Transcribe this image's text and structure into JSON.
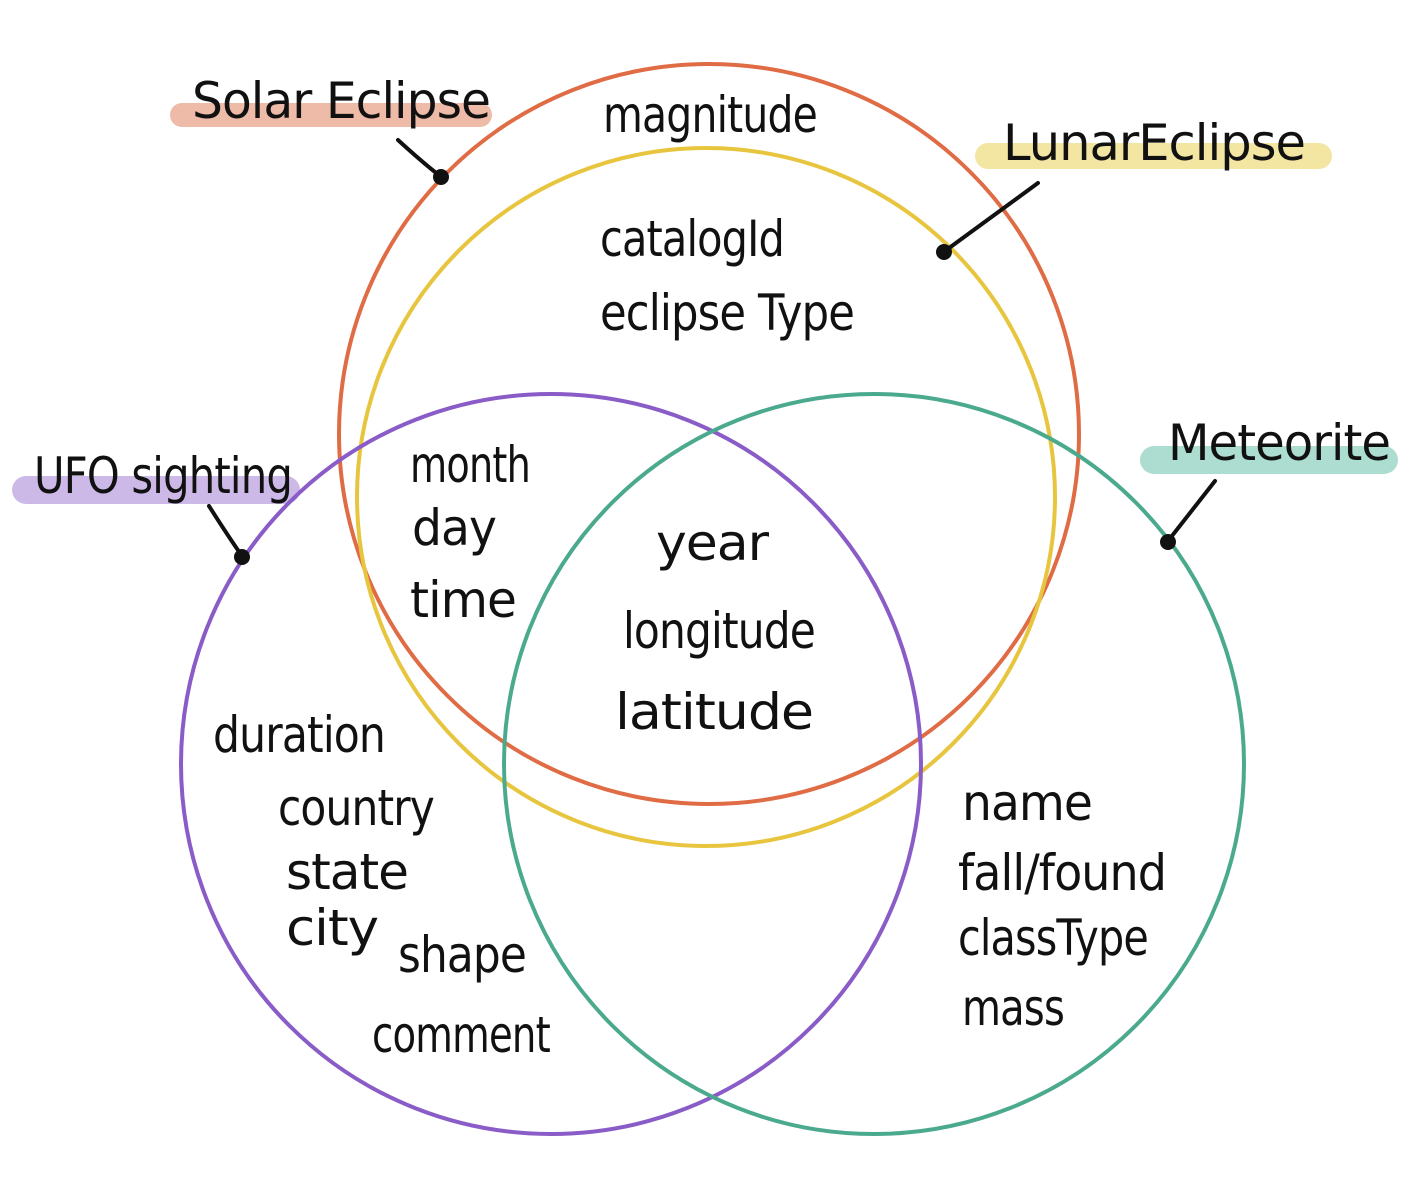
{
  "colors": {
    "solar": "#E06C45",
    "lunar": "#E8C53F",
    "ufo": "#8A5CC7",
    "meteorite": "#4BAA8E",
    "solar_highlight": "#EDBBA8",
    "lunar_highlight": "#F3E6A3",
    "ufo_highlight": "#CDB9E8",
    "meteorite_highlight": "#ACDDD0",
    "ink": "#111111"
  },
  "sets": {
    "solar": {
      "name": "Solar Eclipse"
    },
    "lunar": {
      "name": "LunarEclipse"
    },
    "ufo": {
      "name": "UFO sighting"
    },
    "meteorite": {
      "name": "Meteorite"
    }
  },
  "regions": {
    "solar_only": [
      "magnitude"
    ],
    "solar_lunar": [
      "catalogId",
      "eclipse Type"
    ],
    "eclipse_ufo": [
      "month",
      "day",
      "time"
    ],
    "all": [
      "year",
      "longitude",
      "latitude"
    ],
    "ufo_only": [
      "duration",
      "country",
      "state",
      "city",
      "shape",
      "comment"
    ],
    "meteorite_only": [
      "name",
      "fall/found",
      "classType",
      "mass"
    ]
  }
}
